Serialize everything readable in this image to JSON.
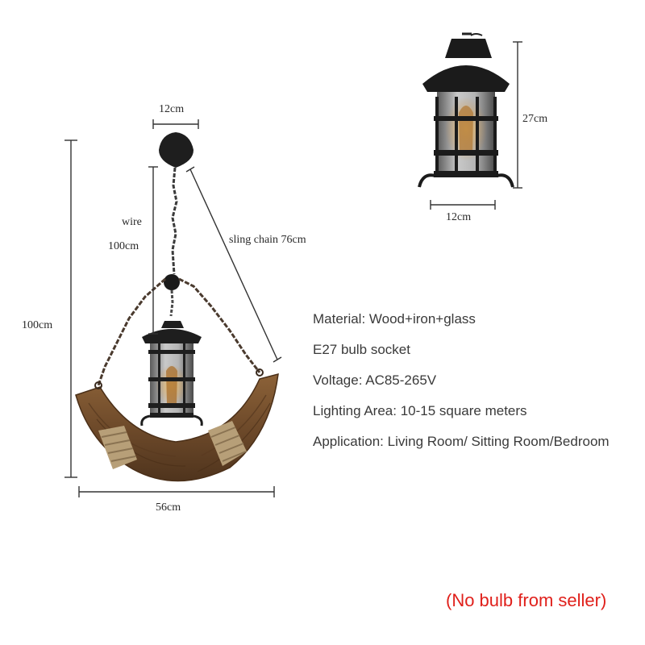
{
  "dimensions": {
    "top_mount_width": "12cm",
    "wire_label": "wire",
    "wire_length": "100cm",
    "sling_chain": "sling chain 76cm",
    "total_height": "100cm",
    "total_width": "56cm",
    "lantern_height": "27cm",
    "lantern_width": "12cm"
  },
  "specs": [
    "Material: Wood+iron+glass",
    "E27 bulb socket",
    "Voltage: AC85-265V",
    "Lighting Area: 10-15 square meters",
    "Application: Living Room/ Sitting Room/Bedroom"
  ],
  "note": "(No bulb from seller)",
  "colors": {
    "wood": "#7a5330",
    "iron": "#1e1e1e",
    "rope": "#b79f78",
    "note": "#e0201b"
  }
}
